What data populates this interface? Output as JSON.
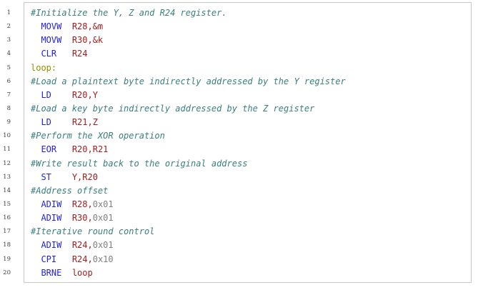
{
  "colors": {
    "comment": "#3a7e7e",
    "keyword": "#2222dd",
    "operand": "#a02020",
    "number": "#7f7f7f",
    "label": "#8e8e00",
    "plain": "#222222",
    "line_number": "#3c3c3c",
    "border": "#c6c6c6",
    "background": "#ffffff"
  },
  "listing": {
    "lines": [
      {
        "number": "1",
        "tokens": [
          {
            "type": "comment",
            "text": "#Initialize the Y, Z and R24 register."
          }
        ]
      },
      {
        "number": "2",
        "tokens": [
          {
            "type": "plain",
            "text": "  "
          },
          {
            "type": "keyword",
            "text": "MOVW"
          },
          {
            "type": "plain",
            "text": "  "
          },
          {
            "type": "operand",
            "text": "R28,&m"
          }
        ]
      },
      {
        "number": "3",
        "tokens": [
          {
            "type": "plain",
            "text": "  "
          },
          {
            "type": "keyword",
            "text": "MOVW"
          },
          {
            "type": "plain",
            "text": "  "
          },
          {
            "type": "operand",
            "text": "R30,&k"
          }
        ]
      },
      {
        "number": "4",
        "tokens": [
          {
            "type": "plain",
            "text": "  "
          },
          {
            "type": "keyword",
            "text": "CLR"
          },
          {
            "type": "plain",
            "text": "   "
          },
          {
            "type": "operand",
            "text": "R24"
          }
        ]
      },
      {
        "number": "5",
        "tokens": [
          {
            "type": "label",
            "text": "loop:"
          }
        ]
      },
      {
        "number": "6",
        "tokens": [
          {
            "type": "comment",
            "text": "#Load a plaintext byte indirectly addressed by the Y register"
          }
        ]
      },
      {
        "number": "7",
        "tokens": [
          {
            "type": "plain",
            "text": "  "
          },
          {
            "type": "keyword",
            "text": "LD"
          },
          {
            "type": "plain",
            "text": "    "
          },
          {
            "type": "operand",
            "text": "R20,Y"
          }
        ]
      },
      {
        "number": "8",
        "tokens": [
          {
            "type": "comment",
            "text": "#Load a key byte indirectly addressed by the Z register"
          }
        ]
      },
      {
        "number": "9",
        "tokens": [
          {
            "type": "plain",
            "text": "  "
          },
          {
            "type": "keyword",
            "text": "LD"
          },
          {
            "type": "plain",
            "text": "    "
          },
          {
            "type": "operand",
            "text": "R21,Z"
          }
        ]
      },
      {
        "number": "10",
        "tokens": [
          {
            "type": "comment",
            "text": "#Perform the XOR operation"
          }
        ]
      },
      {
        "number": "11",
        "tokens": [
          {
            "type": "plain",
            "text": "  "
          },
          {
            "type": "keyword",
            "text": "EOR"
          },
          {
            "type": "plain",
            "text": "   "
          },
          {
            "type": "operand",
            "text": "R20,R21"
          }
        ]
      },
      {
        "number": "12",
        "tokens": [
          {
            "type": "comment",
            "text": "#Write result back to the original address"
          }
        ]
      },
      {
        "number": "13",
        "tokens": [
          {
            "type": "plain",
            "text": "  "
          },
          {
            "type": "keyword",
            "text": "ST"
          },
          {
            "type": "plain",
            "text": "    "
          },
          {
            "type": "operand",
            "text": "Y,R20"
          }
        ]
      },
      {
        "number": "14",
        "tokens": [
          {
            "type": "comment",
            "text": "#Address offset"
          }
        ]
      },
      {
        "number": "15",
        "tokens": [
          {
            "type": "plain",
            "text": "  "
          },
          {
            "type": "keyword",
            "text": "ADIW"
          },
          {
            "type": "plain",
            "text": "  "
          },
          {
            "type": "operand",
            "text": "R28,"
          },
          {
            "type": "number",
            "text": "0x01"
          }
        ]
      },
      {
        "number": "16",
        "tokens": [
          {
            "type": "plain",
            "text": "  "
          },
          {
            "type": "keyword",
            "text": "ADIW"
          },
          {
            "type": "plain",
            "text": "  "
          },
          {
            "type": "operand",
            "text": "R30,"
          },
          {
            "type": "number",
            "text": "0x01"
          }
        ]
      },
      {
        "number": "17",
        "tokens": [
          {
            "type": "comment",
            "text": "#Iterative round control"
          }
        ]
      },
      {
        "number": "18",
        "tokens": [
          {
            "type": "plain",
            "text": "  "
          },
          {
            "type": "keyword",
            "text": "ADIW"
          },
          {
            "type": "plain",
            "text": "  "
          },
          {
            "type": "operand",
            "text": "R24,"
          },
          {
            "type": "number",
            "text": "0x01"
          }
        ]
      },
      {
        "number": "19",
        "tokens": [
          {
            "type": "plain",
            "text": "  "
          },
          {
            "type": "keyword",
            "text": "CPI"
          },
          {
            "type": "plain",
            "text": "   "
          },
          {
            "type": "operand",
            "text": "R24,"
          },
          {
            "type": "number",
            "text": "0x10"
          }
        ]
      },
      {
        "number": "20",
        "tokens": [
          {
            "type": "plain",
            "text": "  "
          },
          {
            "type": "keyword",
            "text": "BRNE"
          },
          {
            "type": "plain",
            "text": "  "
          },
          {
            "type": "operand",
            "text": "loop"
          }
        ]
      }
    ]
  }
}
